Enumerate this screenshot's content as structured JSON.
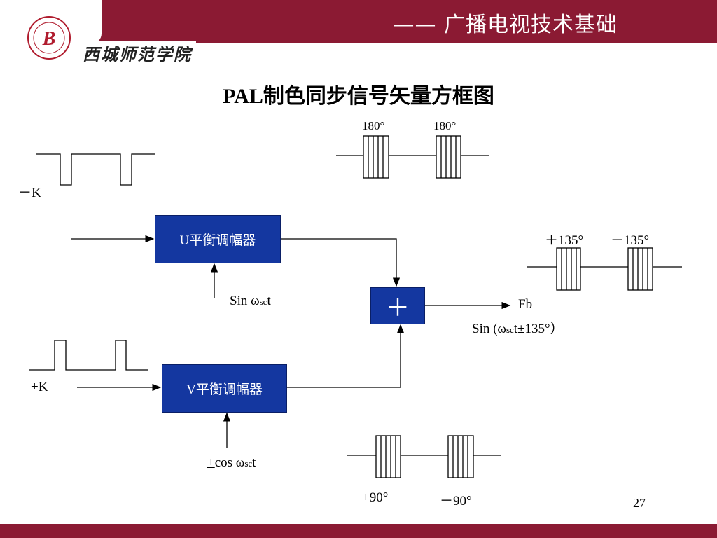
{
  "header": {
    "course_title": "——  广播电视技术基础",
    "school_name": "西城师范学院",
    "seal_letter": "B",
    "brand_color": "#8b1a33"
  },
  "diagram": {
    "title": "PAL制色同步信号矢量方框图",
    "u_modulator": "U平衡调幅器",
    "v_modulator": "V平衡调幅器",
    "adder": "＋",
    "block_color": "#1437a0",
    "neg_k": "－K",
    "pos_k": "+K",
    "sin_label": "Sin ω",
    "sin_sub": "sc",
    "sin_t": "t",
    "cos_prefix": "+",
    "cos_label": "cos ω",
    "cos_sub": "sc",
    "cos_t": "t",
    "fb_label": "Fb",
    "fb_formula_a": "Sin (ω",
    "fb_formula_sub": "sc",
    "fb_formula_b": "t±135°）",
    "burst_top_a": "180°",
    "burst_top_b": "180°",
    "burst_right_a": "＋135°",
    "burst_right_b": "－135°",
    "burst_bottom_a": "+90°",
    "burst_bottom_b": "－90°"
  },
  "page_number": "27"
}
